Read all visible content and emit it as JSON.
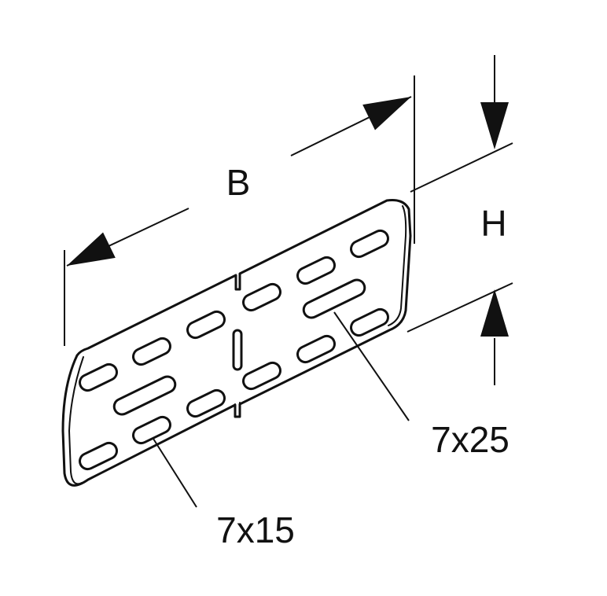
{
  "labels": {
    "width": "B",
    "height": "H",
    "slot_long": "7x25",
    "slot_short": "7x15"
  },
  "colors": {
    "line": "#111111",
    "background": "#ffffff"
  }
}
